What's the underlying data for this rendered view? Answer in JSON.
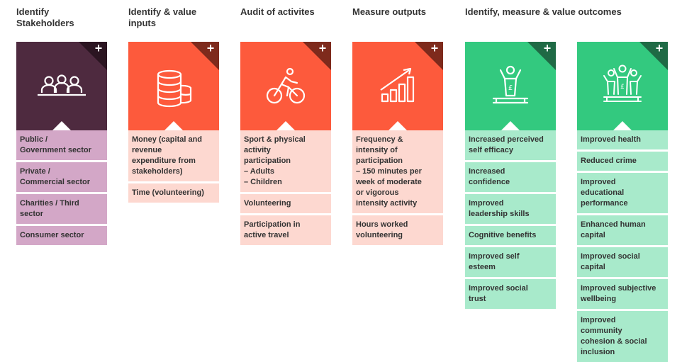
{
  "colors": {
    "stakeholders_tile": "#4e2a3f",
    "stakeholders_corner": "#3a1f2f",
    "stakeholders_item": "#d3a7c7",
    "orange_tile": "#fd5a3c",
    "orange_corner": "#8f3121",
    "orange_item": "#fdd8d0",
    "green_tile": "#33c97f",
    "green_corner": "#1f6a45",
    "green_item": "#a8eacb"
  },
  "headings": {
    "stakeholders": "Identify\nStakeholders",
    "inputs": "Identify & value\ninputs",
    "activities": "Audit of activites",
    "outputs": "Measure outputs",
    "outcomes": "Identify, measure & value outcomes"
  },
  "plus_symbol": "+",
  "columns": [
    {
      "icon": "people-group-icon",
      "items": [
        "Public /\nGovernment sector",
        "Private /\nCommercial sector",
        "Charities / Third\nsector",
        "Consumer sector"
      ]
    },
    {
      "icon": "coin-stack-icon",
      "items": [
        "Money (capital and\nrevenue\nexpenditure from\nstakeholders)",
        "Time (volunteering)"
      ]
    },
    {
      "icon": "cyclist-icon",
      "items": [
        "Sport & physical\nactivity\nparticipation\n– Adults\n– Children",
        "Volunteering",
        "Participation in\nactive travel"
      ]
    },
    {
      "icon": "growth-chart-icon",
      "items": [
        "Frequency &\nintensity of\nparticipation\n– 150 minutes per\nweek of moderate\nor vigorous\nintensity activity",
        "Hours worked\nvolunteering"
      ]
    },
    {
      "icon": "winner-podium-icon",
      "items": [
        "Increased perceived\nself efficacy",
        "Increased\nconfidence",
        "Improved\nleadership skills",
        "Cognitive benefits",
        "Improved self\nesteem",
        "Improved social\ntrust"
      ]
    },
    {
      "icon": "group-podium-icon",
      "items": [
        "Improved health",
        "Reduced crime",
        "Improved\neducational\nperformance",
        "Enhanced human\ncapital",
        "Improved social\ncapital",
        "Improved subjective\nwellbeing",
        "Improved\ncommunity\ncohesion & social\ninclusion"
      ]
    }
  ]
}
